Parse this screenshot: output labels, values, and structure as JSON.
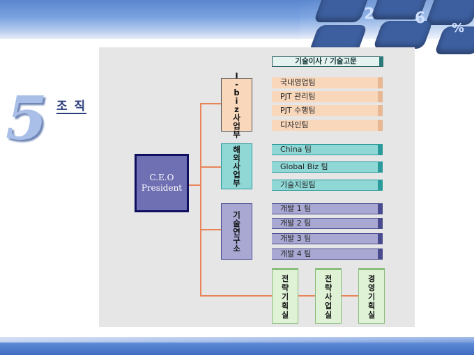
{
  "section": {
    "number": "5",
    "title": "조 직"
  },
  "chart": {
    "ceo": {
      "line1": "C.E.O",
      "line2": "President"
    },
    "advisor": "기술이사 / 기술고문",
    "departments": [
      {
        "chars": [
          "I",
          "-",
          "b",
          "i",
          "z",
          "사",
          "업",
          "부"
        ],
        "teams": [
          "국내영업팀",
          "PJT 관리팀",
          "PJT 수행팀",
          "디자인팀"
        ]
      },
      {
        "chars": [
          "해",
          "외",
          "사",
          "업",
          "부"
        ],
        "teams": [
          "China 팀",
          "Global Biz 팀",
          "기술지원팀"
        ]
      },
      {
        "chars": [
          "기",
          "술",
          "연",
          "구",
          "소"
        ],
        "teams": [
          "개발 1 팀",
          "개발 2 팀",
          "개발 3 팀",
          "개발 4 팀"
        ]
      }
    ],
    "offices": [
      {
        "chars": [
          "전",
          "략",
          "기",
          "획",
          "실"
        ]
      },
      {
        "chars": [
          "전",
          "략",
          "사",
          "업",
          "실"
        ]
      },
      {
        "chars": [
          "경",
          "영",
          "기",
          "획",
          "실"
        ]
      }
    ]
  },
  "colors": {
    "connector": "#e8855a",
    "ceo_fill": "#6f6fb3",
    "ceo_border": "#101060",
    "dept1": "#f8d7bb",
    "dept2": "#8fd8d6",
    "dept3": "#a8a8d3",
    "office": "#dff2d6"
  },
  "decor": {
    "top_keys": [
      "2",
      "6",
      "%"
    ]
  }
}
